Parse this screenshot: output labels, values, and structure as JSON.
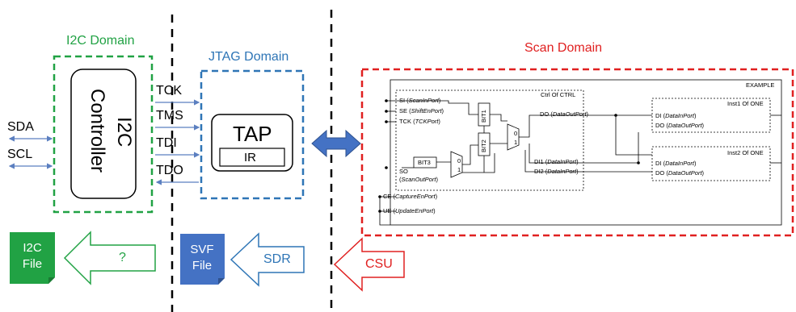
{
  "domains": {
    "i2c": {
      "title": "I2C Domain",
      "color": "#21a244"
    },
    "jtag": {
      "title": "JTAG Domain",
      "color": "#2e75b6"
    },
    "scan": {
      "title": "Scan Domain",
      "color": "#e02020"
    }
  },
  "i2c_controller": {
    "line1": "I2C",
    "line2": "Controller"
  },
  "i2c_signals": [
    "SDA",
    "SCL"
  ],
  "jtag_signals": [
    "TCK",
    "TMS",
    "TDI",
    "TDO"
  ],
  "tap": {
    "label": "TAP",
    "ir_label": "IR"
  },
  "files": {
    "i2c": {
      "line1": "I2C",
      "line2": "File",
      "color": "#21a244"
    },
    "svf": {
      "line1": "SVF",
      "line2": "File",
      "color": "#4472c4"
    }
  },
  "arrows": {
    "question": "?",
    "sdr": "SDR",
    "csu": "CSU"
  },
  "scan_schematic": {
    "example_label": "EXAMPLE",
    "ctrl_label": "Ctrl Of CTRL",
    "ports_left": {
      "si": {
        "name": "SI",
        "port": "ScanInPort"
      },
      "se": {
        "name": "SE",
        "port": "ShiftEnPort"
      },
      "tck": {
        "name": "TCK",
        "port": "TCKPort"
      },
      "so": {
        "name": "SO",
        "port": "ScanOutPort"
      },
      "ce": {
        "name": "CE",
        "port": "CaptureEnPort"
      },
      "ue": {
        "name": "UE",
        "port": "UpdateEnPort"
      }
    },
    "ctrl_do": {
      "name": "DO",
      "port": "DataOutPort"
    },
    "ctrl_di1": {
      "name": "DI1",
      "port": "DataInPort"
    },
    "ctrl_di2": {
      "name": "DI2",
      "port": "DataInPort"
    },
    "bits": [
      "BIT1",
      "BIT2",
      "BIT3"
    ],
    "mux_labels": [
      "0",
      "1"
    ],
    "inst1": {
      "label": "Inst1 Of ONE",
      "di": {
        "name": "DI",
        "port": "DataInPort"
      },
      "do": {
        "name": "DO",
        "port": "DataOutPort"
      }
    },
    "inst2": {
      "label": "Inst2 Of ONE",
      "di": {
        "name": "DI",
        "port": "DataInPort"
      },
      "do": {
        "name": "DO",
        "port": "DataOutPort"
      }
    }
  }
}
